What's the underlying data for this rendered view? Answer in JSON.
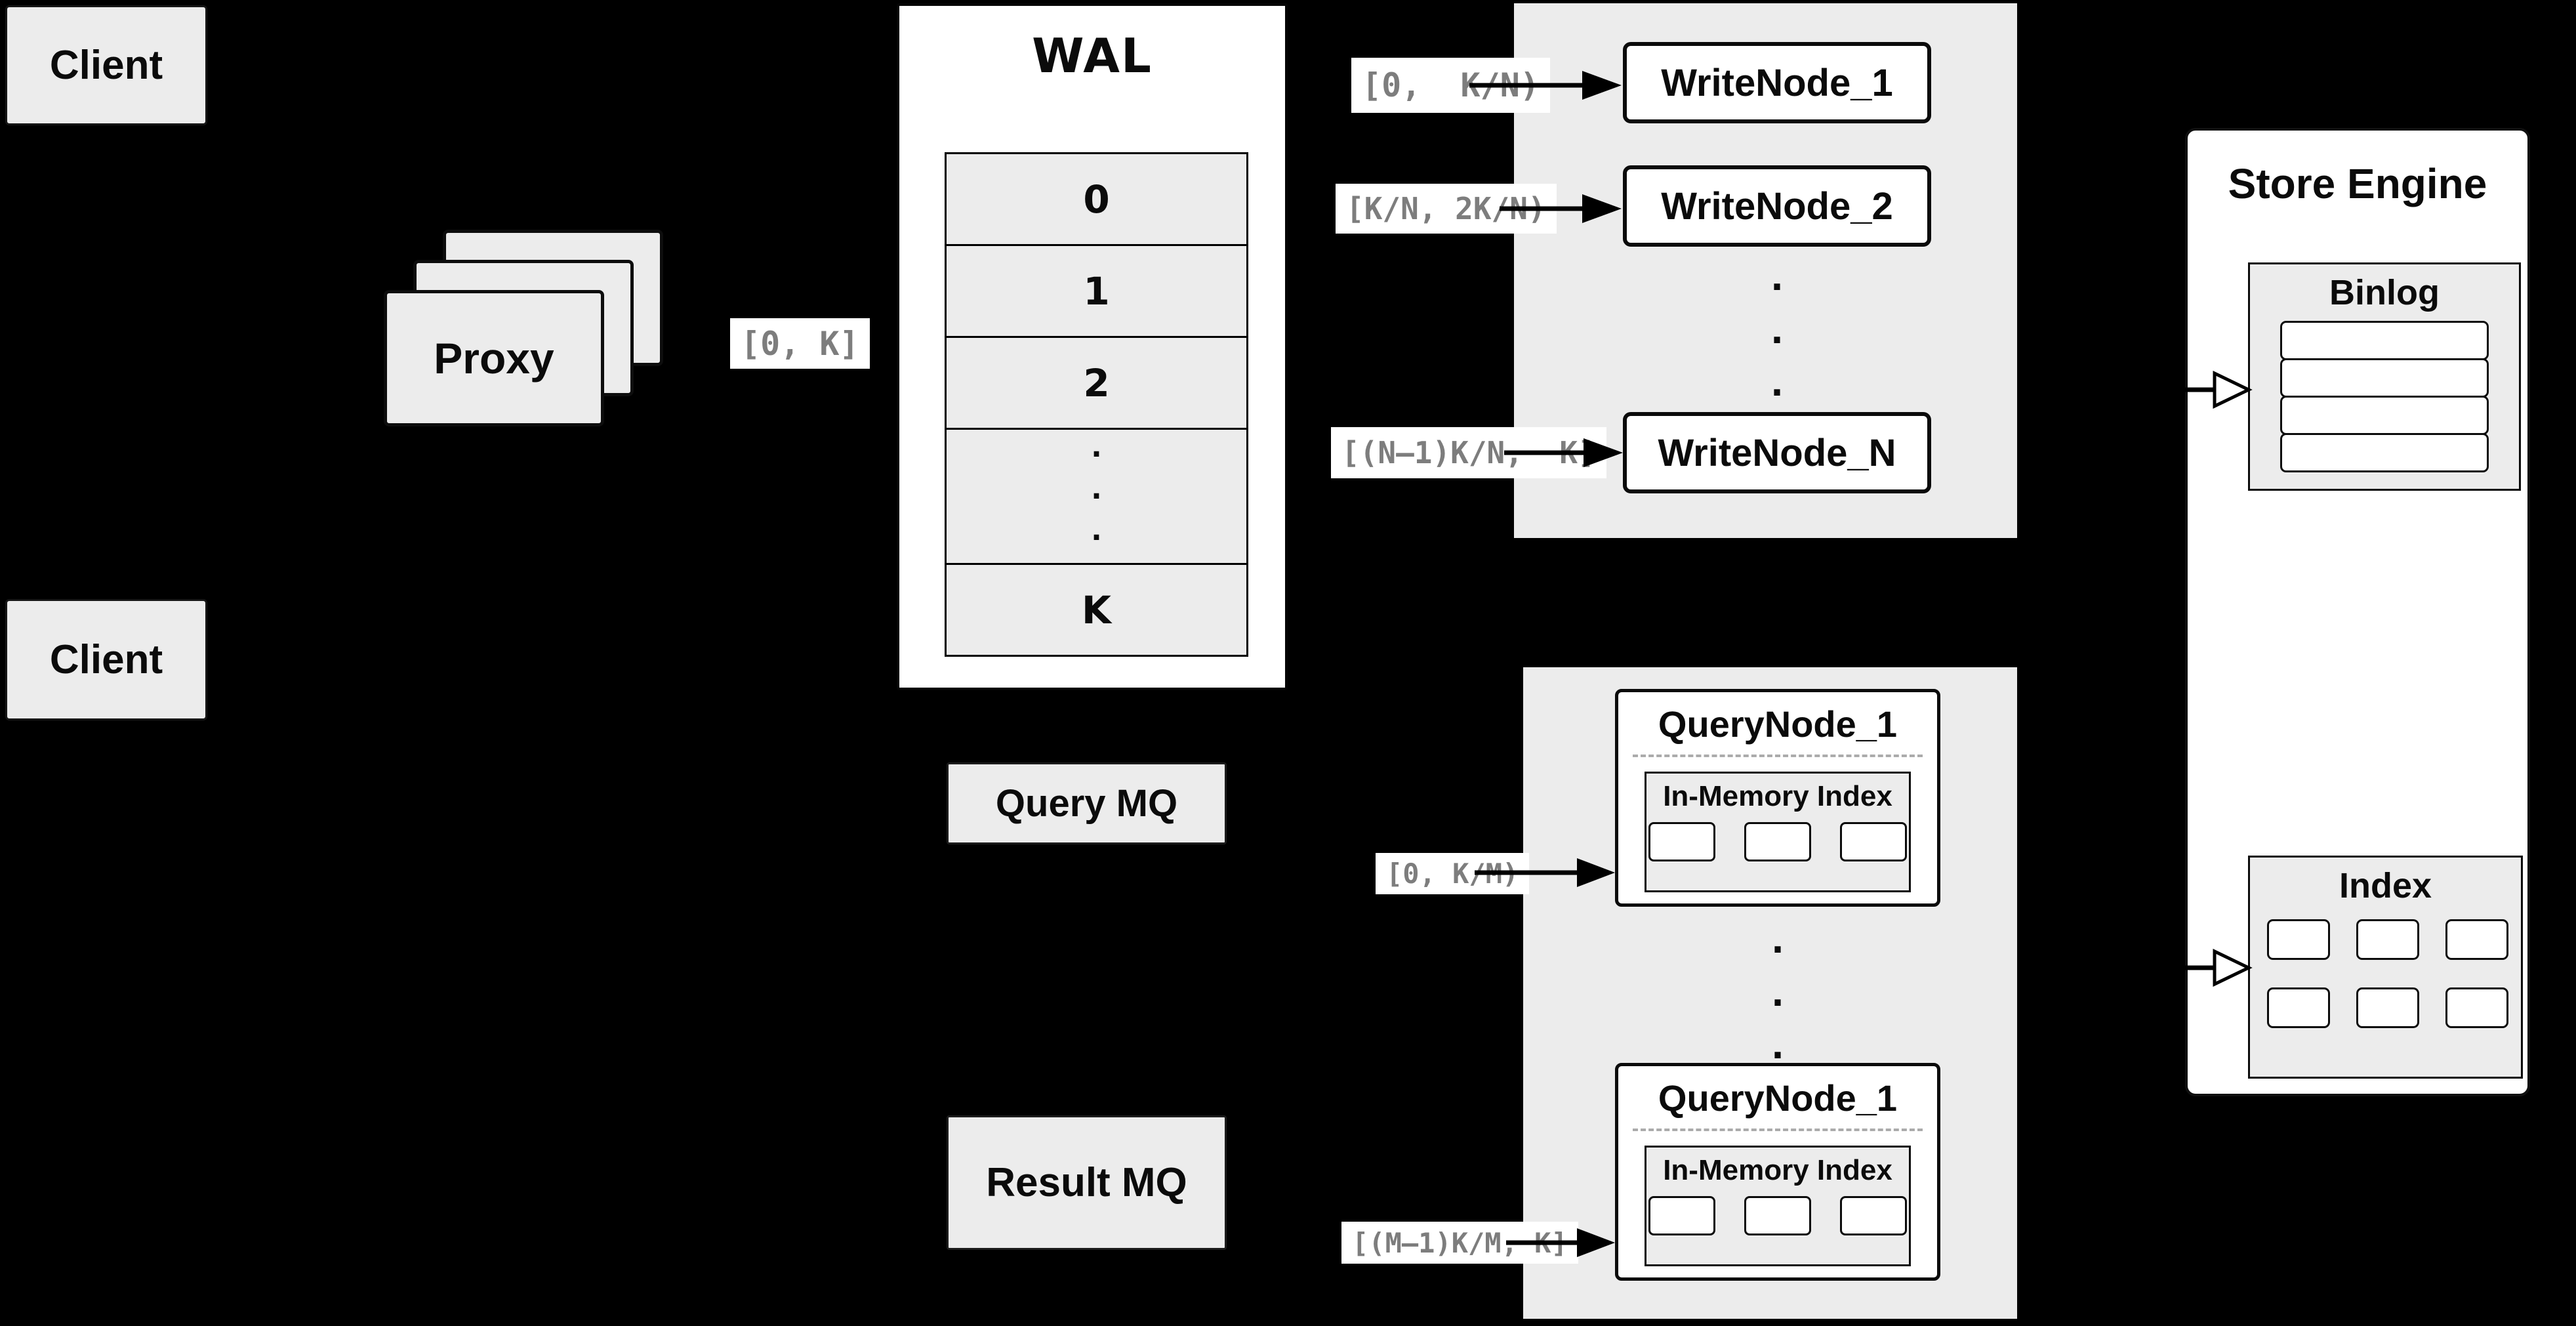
{
  "diagram": {
    "client_top": "Client",
    "client_bottom": "Client",
    "proxy": "Proxy",
    "wal": {
      "title": "WAL",
      "rows": [
        "0",
        "1",
        "2"
      ],
      "dots": "·\n·\n·",
      "last_row": "K"
    },
    "range_labels": {
      "proxy": "[0, K]",
      "write_1": "[0,  K/N)",
      "write_2": "[K/N, 2K/N)",
      "write_n": "[(N–1)K/N,  K]",
      "query_1": "[0, K/M)",
      "query_m": "[(M–1)K/M, K]"
    },
    "write_nodes": {
      "node_1": "WriteNode_1",
      "node_2": "WriteNode_2",
      "node_n": "WriteNode_N",
      "dots": "·\n·\n·"
    },
    "mq": {
      "query": "Query MQ",
      "result": "Result MQ"
    },
    "query_nodes": {
      "node_top": {
        "title": "QueryNode_1",
        "inner_title": "In-Memory Index"
      },
      "node_bottom": {
        "title": "QueryNode_1",
        "inner_title": "In-Memory Index"
      },
      "dots": "·\n·\n·"
    },
    "store": {
      "title": "Store Engine",
      "binlog": "Binlog",
      "index": "Index"
    },
    "colors": {
      "background": "#000000",
      "panel_gray": "#ececec",
      "box_white": "#ffffff",
      "border": "#0b0b0b",
      "range_text": "#7d7d7d"
    }
  }
}
